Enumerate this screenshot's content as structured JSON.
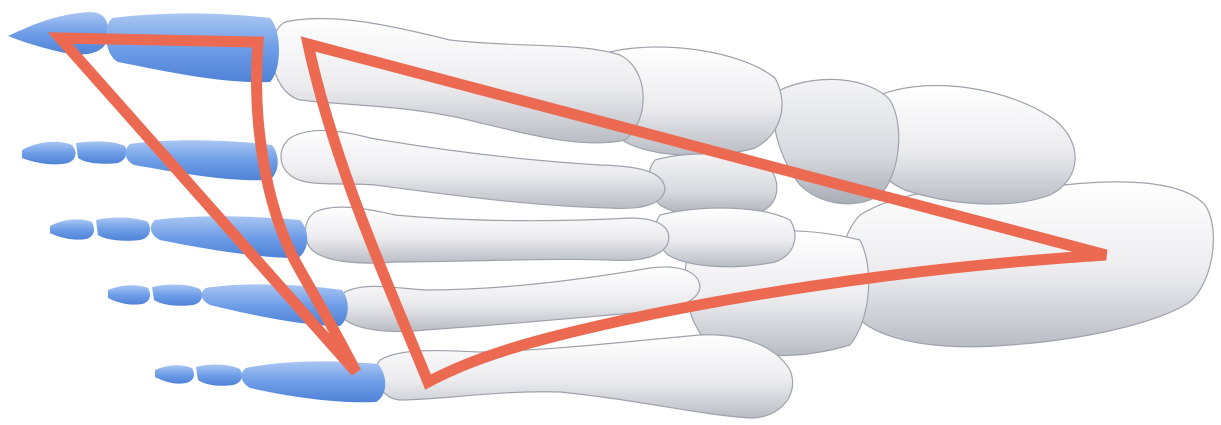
{
  "colors": {
    "background": "#ffffff",
    "bone": "#ececef",
    "bone_shadow": "#b9bcc4",
    "bone_outline": "#9ea2ab",
    "phalanx": "#6f9ee8",
    "phalanx_light": "#a9c6f2",
    "overlay": "#ec6a52"
  },
  "illustration": {
    "subject": "foot-skeleton-plantar-view",
    "overlays": [
      "toe-triangle-overlay",
      "midfoot-triangle-overlay"
    ]
  }
}
